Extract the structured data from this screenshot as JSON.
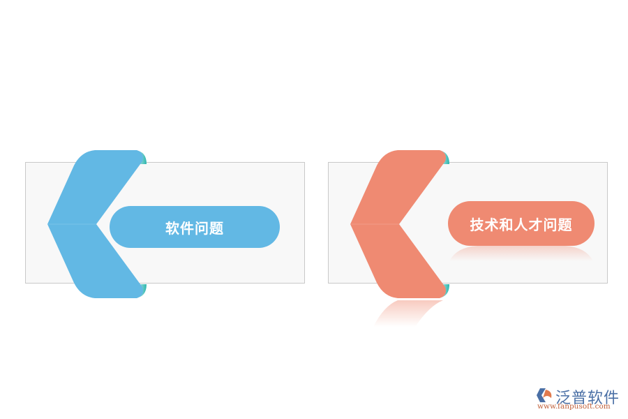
{
  "items": [
    {
      "label": "软件问题",
      "color": "#62b8e4",
      "accent": "#4cc9c3"
    },
    {
      "label": "技术和人才问题",
      "color": "#ef8a72",
      "accent": "#4cc9c3"
    }
  ],
  "logo": {
    "name": "泛普软件",
    "url": "www.fanpusoft.com",
    "icon": "fanpu-logo-icon"
  }
}
